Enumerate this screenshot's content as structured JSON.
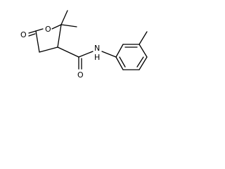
{
  "structure": {
    "atoms": {
      "ring_oxygen": "O",
      "lactone_carbonyl_oxygen": "O",
      "amide_carbonyl_oxygen": "O",
      "amide_nitrogen": "N",
      "amide_hydrogen": "H"
    }
  }
}
